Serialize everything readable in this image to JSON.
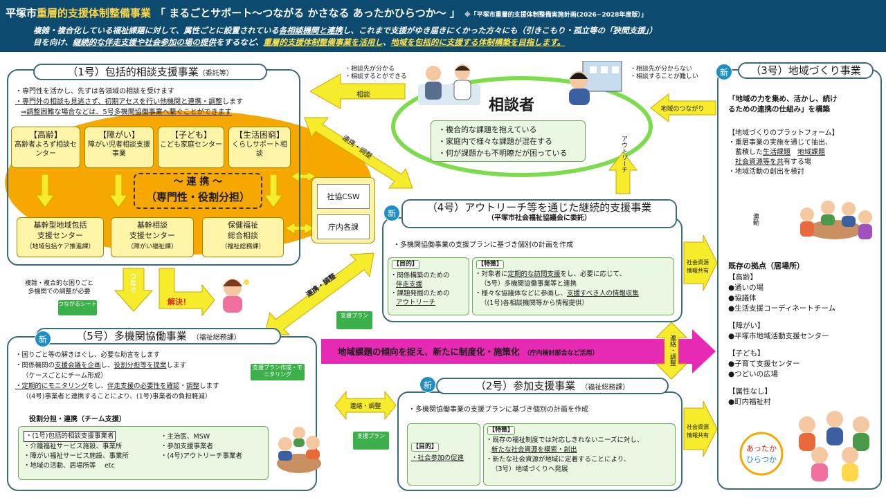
{
  "header": {
    "city": "平塚市",
    "program": "重層的支援体制整備事業",
    "slogan": "「 まるごとサポート～つながる かさなる あったかひらつか～ 」",
    "note": "※「平塚市重層的支援体制整備実施計画(2026~2028年度版）」",
    "line1_a": "複雑・複合化している福祉課題に対して、属性ごとに設置されている",
    "line1_u": "各相談機関と連携",
    "line1_b": "し、これまで支援がゆき届きにくかった方々にも（引きこもり・孤立等の「狭間支援」）",
    "line2_a": "目を向け、",
    "line2_u": "継続的な伴走支援や社会参加の場の提供",
    "line2_b": "をするなど、",
    "line2_h": "重層的支援体制整備事業を活用し",
    "line2_c": "、",
    "line2_h2": "地域を包括的に支援する体制構築を目指します。"
  },
  "s1": {
    "title": "（1号）包括的相談支援事業",
    "sub": "（委託等）",
    "bullet1": "・専門性を活かし、先ずは各領域の相談を受けます",
    "bullet2_u": "・専門外の相談も見逃さず、初期アセスを行い他機関と連携・調整",
    "bullet2_b": "します",
    "bullet3": "⇒調整困難な場合などは、5号多機関協働事業へ繋ぐことができます",
    "cats": [
      {
        "name": "【高齢】",
        "desc": "高齢者よろず相談センター"
      },
      {
        "name": "【障がい】",
        "desc": "障がい児者相談支援事業"
      },
      {
        "name": "【子ども】",
        "desc": "こども家庭センター"
      },
      {
        "name": "【生活困窮】",
        "desc": "くらしサポート相談"
      }
    ],
    "renkei_1": "～ 連 携 ～",
    "renkei_2": "（専門性・役割分担）",
    "centers": [
      {
        "line1": "基幹型地域包括",
        "line2": "支援センター",
        "line3": "（地域包括ケア推進課）"
      },
      {
        "line1": "基幹相談",
        "line2": "支援センター",
        "line3": "（障がい福祉課）"
      },
      {
        "line1": "保健福祉",
        "line2": "総合相談",
        "line3": "（福祉総務課）"
      }
    ],
    "side1": "社協CSW",
    "side2": "庁内各課"
  },
  "client": {
    "label": "相談者",
    "items": [
      "・複合的な課題を抱えている",
      "・家庭内で様々な課題が混在する",
      "・何が課題かも不明瞭だが困っている"
    ],
    "left_note1": "・相談先が分かる",
    "left_note2": "・相談するとができる",
    "right_note1": "・相談先が分からない",
    "right_note2": "・相談することが難しい",
    "arrow_soudan": "相談",
    "arrow_chiiki": "地域のつながり",
    "arrow_outreach": "アウトリーチ",
    "arrow_renkei": "連携・調整"
  },
  "s4": {
    "badge": "新",
    "title": "（4号）アウトリーチ等を通じた継続的支援事業",
    "sub": "（平塚市社会福祉協議会に委託）",
    "intro": "・多機関協働事業の支援プランに基づき個別の計画を作成",
    "purpose_label": "【目的】",
    "purpose_1": "・関係構築のための",
    "purpose_1u": "伴走支援",
    "purpose_2": "・課題発掘のための",
    "purpose_2u": "アウトリーチ",
    "feature_label": "【特徴】",
    "feature_1a": "・対象者に",
    "feature_1u": "定期的な訪問支援",
    "feature_1b": "をし、必要に応じて、",
    "feature_2": "（5号）多機関協働事業等と連携",
    "feature_3a": "・様々な協議体などに参画し、",
    "feature_3u": "支援すべき人の情報収集",
    "feature_4": "（(1号)各相談機関等から情報提供）",
    "right_label_1": "社会資源",
    "right_label_2": "情報共有"
  },
  "s5": {
    "badge": "新",
    "title": "（5号）多機関協働事業",
    "sub": "（福祉総務課）",
    "b1": "・困りごと等の解きほぐし、必要な助言をします",
    "b2a": "・関係機関の",
    "b2u1": "支援会議を企画",
    "b2b": "し、",
    "b2u2": "役割分担等を提案",
    "b2c": "します",
    "b3": "（ケースごとにチーム形成）",
    "b4u1": "・定期的にモニタリング",
    "b4a": "をし、",
    "b4u2": "伴走支援の必要性を確認",
    "b4b": "・",
    "b4u3": "調整",
    "b4c": "します",
    "b5": "（(4号)事業者と連携することにより、(1号)事業者の負担軽減）",
    "team_title": "役割分担・連携（チーム支援）",
    "team_left": [
      "・(1号)包括的相談支援事業者",
      "・介護福祉サービス施設、事業所",
      "・障がい福祉サービス施設、事業所",
      "・地域の活動、居場所等　 etc"
    ],
    "team_right": [
      "・主治医、MSW",
      "・参加支援事業者",
      "・(4号)アウトリーチ事業者"
    ],
    "monitor_tag": "支援プラン作成・モニタリング"
  },
  "s2": {
    "badge": "新",
    "title": "（2号）参加支援事業",
    "sub": "（福祉総務課）",
    "intro": "・多機関協働事業の支援プランに基づき個別の計画を作成",
    "purpose_label": "【目的】",
    "purpose_1u": "・社会参加の促進",
    "feature_label": "【特徴】",
    "feature_1": "・既存の福祉制度では対応しきれないニーズに対し、",
    "feature_2u": "新たな社会資源を模索・創出",
    "feature_3": "・新たな社会資源が地域に定着することにより、",
    "feature_4": "（3号）地域づくりへ発展",
    "right_label_1": "社会資源",
    "right_label_2": "情報共有"
  },
  "s3": {
    "badge": "新",
    "title": "（3号）地域づくり事業",
    "lead_1": "「地域の力を集め、活かし、続け",
    "lead_2": "るための連携の仕組み」を構築",
    "pf_title": "【地域づくりのプラットフォーム】",
    "pf_1": "・重層事業の実施を通じて抽出、",
    "pf_2a": "蓄積した",
    "pf_2u1": "生活課題",
    "pf_2u2": "地域課題",
    "pf_3u": "社会資源等を共",
    "pf_3b": "有する場",
    "pf_4": "・地域活動の創出を検討",
    "link_label": "連動",
    "base_title": "既存の拠点（居場所）",
    "groups": [
      {
        "label": "【高齢】",
        "items": [
          "●通いの場",
          "●協議体",
          "●生活支援コーディネートチーム"
        ]
      },
      {
        "label": "【障がい】",
        "items": [
          "●平塚市地域活動支援センター"
        ]
      },
      {
        "label": "【子ども】",
        "items": [
          "●子育て支援センター",
          "●つどいの広場"
        ]
      },
      {
        "label": "【属性なし】",
        "items": [
          "●町内福祉村"
        ]
      }
    ],
    "logo_text": "あったかひらつか"
  },
  "flows": {
    "tsunagu": "つなぐ",
    "kaiketsu": "解決！",
    "complex_1": "複雑・複合的な困りごと",
    "complex_2": "多機関での調整が必要",
    "sheet": "つながるシート",
    "plan": "支援プラン",
    "plan2": "支援プラン",
    "renkei_diag": "連携・調整",
    "renraku_1": "連絡・調整",
    "renraku_2": "連絡・調整",
    "magenta": "地域課題の傾向を捉え、新たに制度化・施策化",
    "magenta_sub": "（庁内検討部会など活用）"
  },
  "colors": {
    "navy": "#0d4a6f",
    "yellow": "#ffd84a",
    "orange": "#f7a800",
    "magenta": "#e62ab4",
    "green": "#3cb04b",
    "teal": "#3a6b7a",
    "arrow": "#f6ec2b"
  }
}
